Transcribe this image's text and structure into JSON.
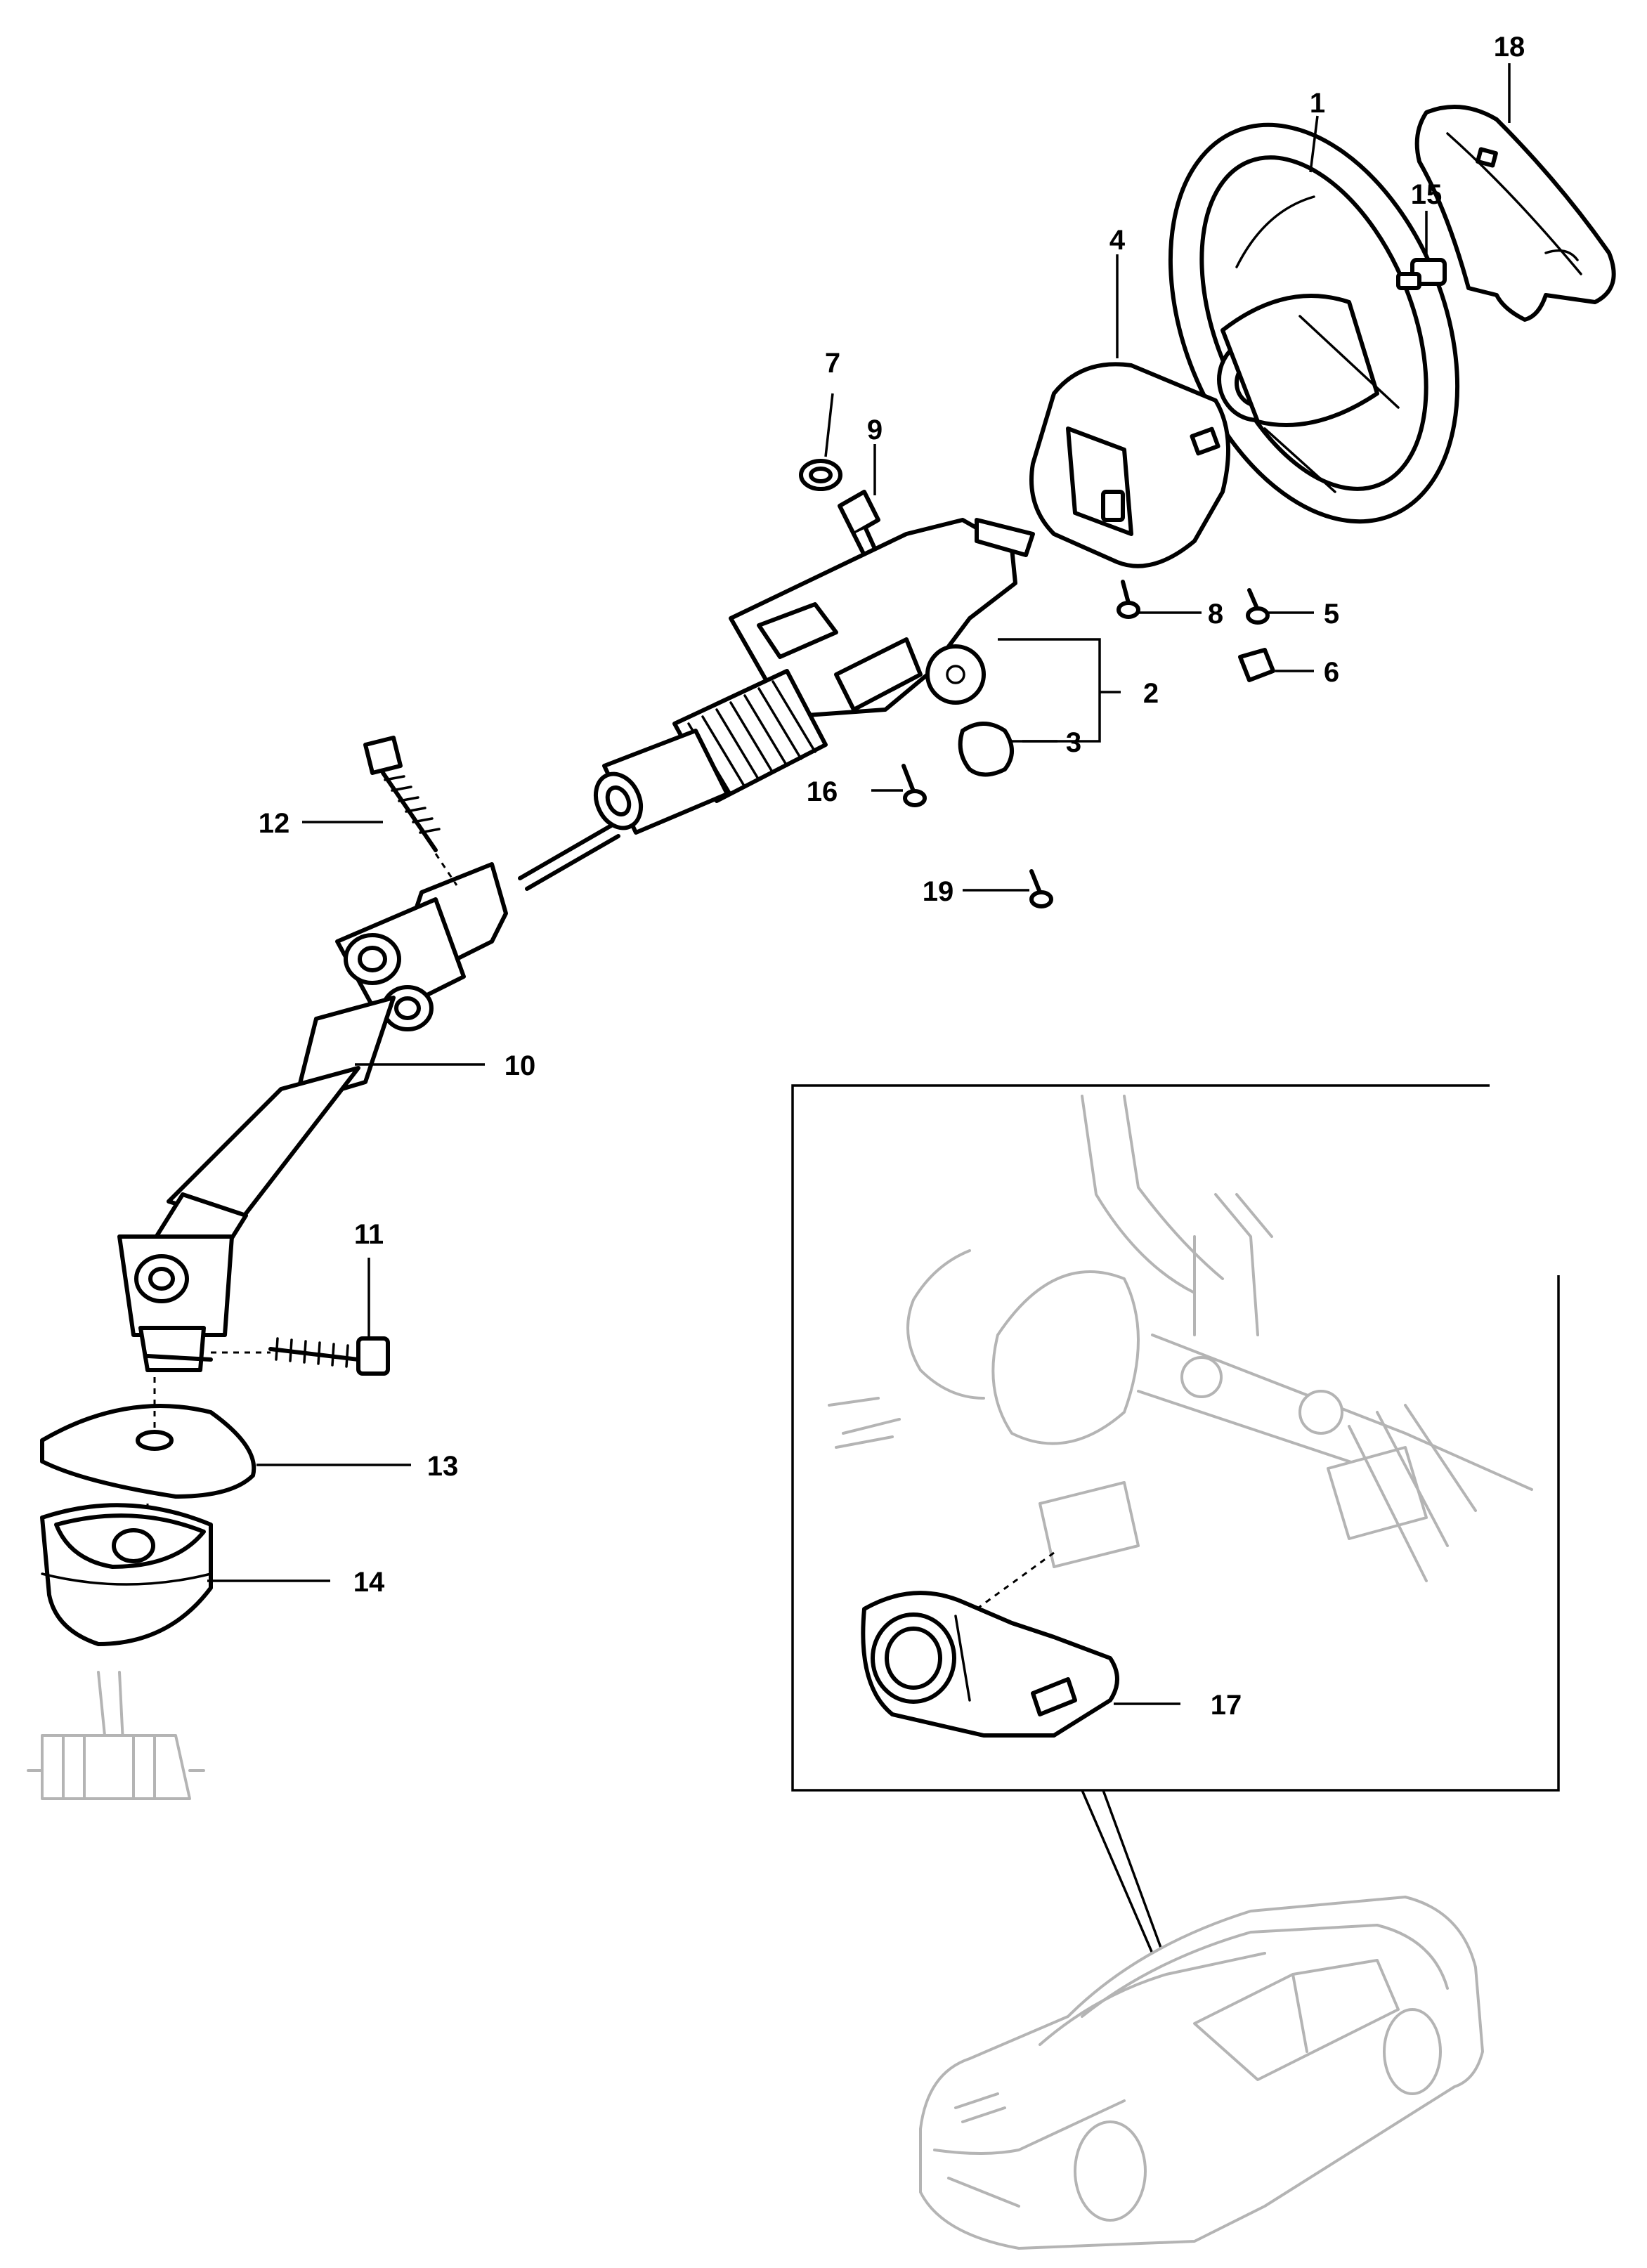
{
  "diagram": {
    "parts": [
      {
        "id": "steering-wheel",
        "label": "1"
      },
      {
        "id": "steering-column",
        "label": "2"
      },
      {
        "id": "column-switch-component",
        "label": "3"
      },
      {
        "id": "column-shroud",
        "label": "4"
      },
      {
        "id": "screw-a",
        "label": "5"
      },
      {
        "id": "nut",
        "label": "6"
      },
      {
        "id": "ring-seal",
        "label": "7"
      },
      {
        "id": "screw-b",
        "label": "8"
      },
      {
        "id": "key-switch-pin",
        "label": "9"
      },
      {
        "id": "intermediate-shaft",
        "label": "10"
      },
      {
        "id": "clamp-bolt-lower",
        "label": "11"
      },
      {
        "id": "clamp-bolt-upper",
        "label": "12"
      },
      {
        "id": "seal-plate",
        "label": "13"
      },
      {
        "id": "boot-grommet",
        "label": "14"
      },
      {
        "id": "wheel-nut",
        "label": "15"
      },
      {
        "id": "screw-c",
        "label": "16"
      },
      {
        "id": "ignition-ring-module",
        "label": "17"
      },
      {
        "id": "airbag-cover",
        "label": "18"
      },
      {
        "id": "screw-d",
        "label": "19"
      }
    ]
  }
}
